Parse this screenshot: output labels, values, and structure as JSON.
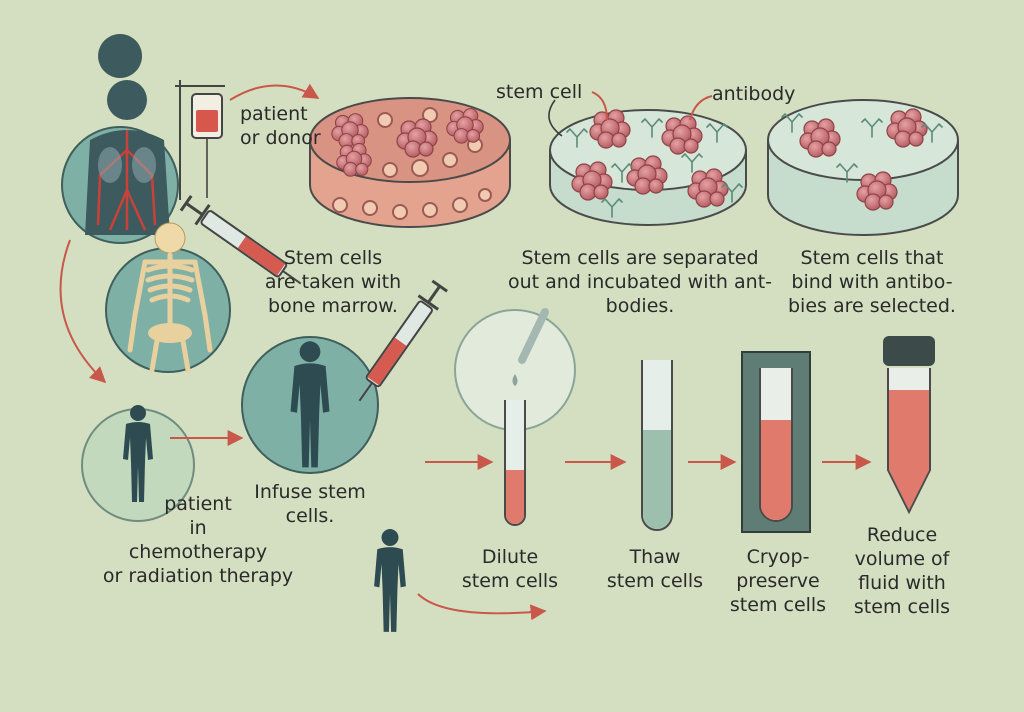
{
  "colors": {
    "background": "#d3dfc0",
    "teal": "#7fb0a6",
    "dark_figure": "#2f4b52",
    "blood": "#c9423a",
    "cell_pink": "#c46a6e",
    "fluid": "#e07a6c",
    "arrow": "#c9574a"
  },
  "labels": {
    "donor": [
      "patient",
      "or donor"
    ],
    "harvest": [
      "Stem cells",
      "are taken with",
      "bone marrow."
    ],
    "stem_cell": "stem cell",
    "antibody": "antibody",
    "separate": [
      "Stem cells are separated",
      "out and incubated with ant-",
      "bodies."
    ],
    "select": [
      "Stem cells that",
      "bind with antibo-",
      "bies are selected."
    ],
    "patient_therapy": [
      "patient",
      "in",
      "chemotherapy",
      "or radiation therapy"
    ],
    "infuse": [
      "Infuse stem",
      "cells."
    ],
    "dilute": [
      "Dilute",
      "stem cells"
    ],
    "thaw": [
      "Thaw",
      "stem cells"
    ],
    "cryopreserve": [
      "Cryop-",
      "preserve",
      "stem cells"
    ],
    "reduce": [
      "Reduce",
      "volume of",
      "fluid with",
      "stem cells"
    ]
  },
  "icons": {
    "donor_circle": "torso-vessels-icon",
    "skeleton": "skeleton-icon",
    "iv_bag": "iv-bag-icon",
    "syringe": "syringe-icon",
    "petri_dish": "petri-dish-icon",
    "test_tube": "test-tube-icon",
    "centrifuge_tube": "centrifuge-tube-icon",
    "person": "person-icon",
    "pipette": "pipette-icon"
  }
}
